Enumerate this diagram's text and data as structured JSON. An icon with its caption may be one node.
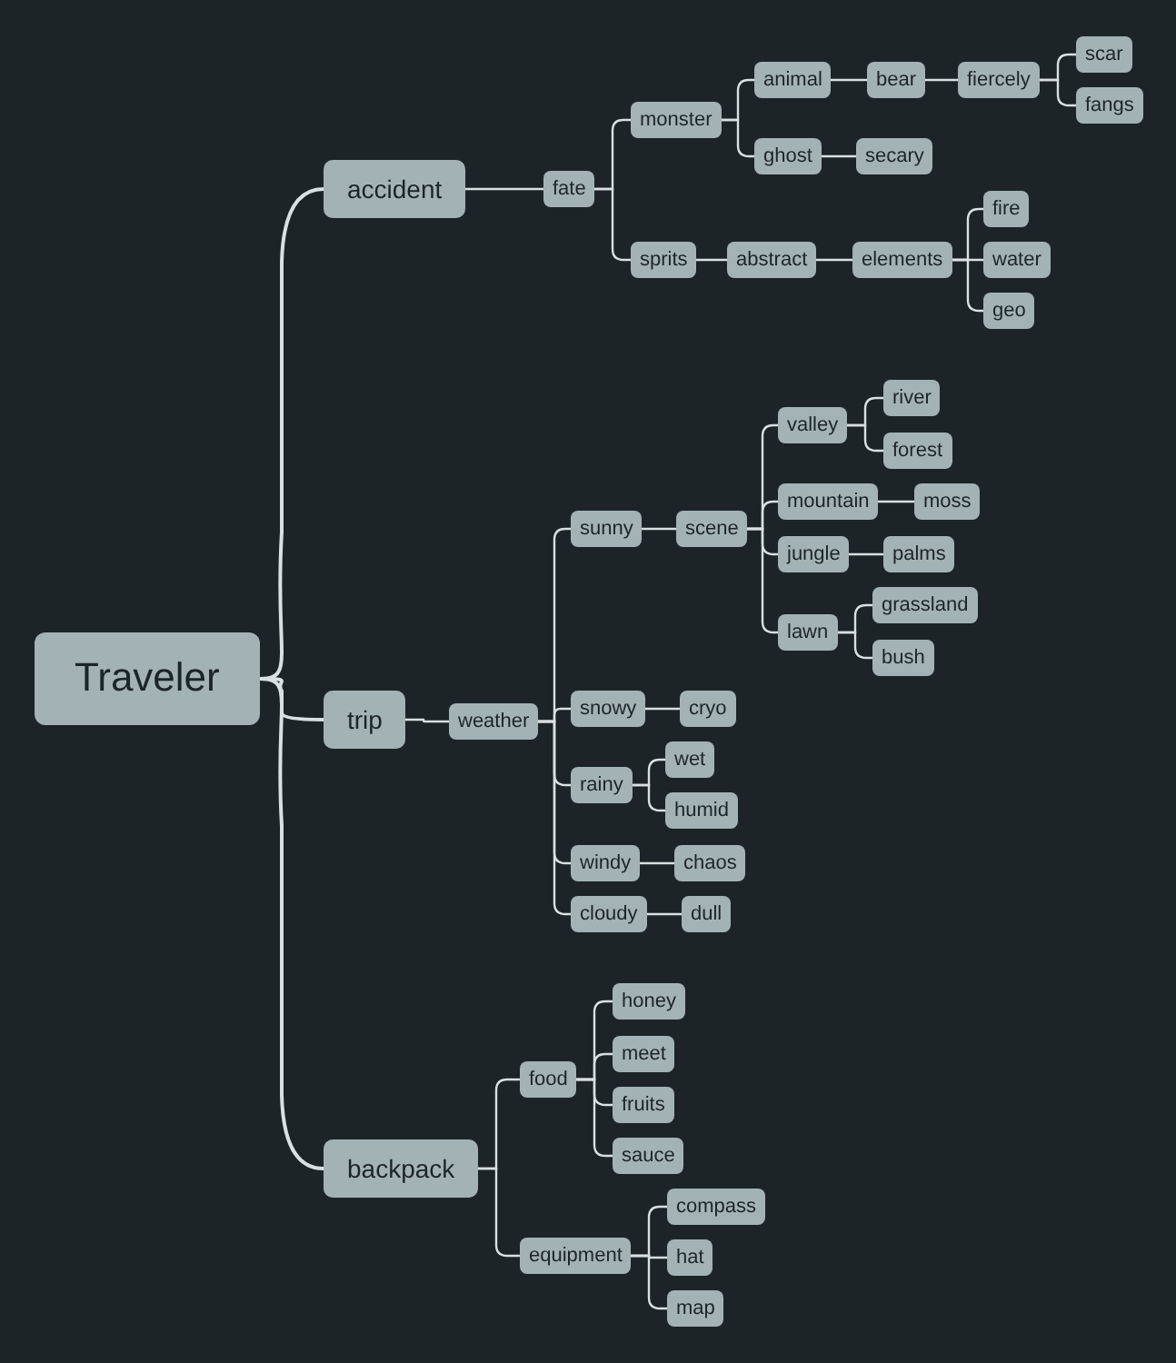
{
  "diagram": {
    "nodes": [
      {
        "text": [
          "Traveler"
        ]
      },
      {
        "text": [
          "accident"
        ]
      },
      {
        "text": [
          "fate"
        ]
      },
      {
        "text": [
          "monster"
        ]
      },
      {
        "text": [
          "animal"
        ]
      },
      {
        "text": [
          "bear"
        ]
      },
      {
        "text": [
          "fiercely"
        ]
      },
      {
        "text": [
          "scar"
        ]
      },
      {
        "text": [
          "fangs"
        ]
      },
      {
        "text": [
          "ghost"
        ]
      },
      {
        "text": [
          "secary"
        ]
      },
      {
        "text": [
          "sprits"
        ]
      },
      {
        "text": [
          "abstract"
        ]
      },
      {
        "text": [
          "elements"
        ]
      },
      {
        "text": [
          "fire"
        ]
      },
      {
        "text": [
          "water"
        ]
      },
      {
        "text": [
          "geo"
        ]
      },
      {
        "text": [
          "trip"
        ]
      },
      {
        "text": [
          "weather"
        ]
      },
      {
        "text": [
          "sunny"
        ]
      },
      {
        "text": [
          "scene"
        ]
      },
      {
        "text": [
          "valley"
        ]
      },
      {
        "text": [
          "river"
        ]
      },
      {
        "text": [
          "forest"
        ]
      },
      {
        "text": [
          "mountain"
        ]
      },
      {
        "text": [
          "moss"
        ]
      },
      {
        "text": [
          "jungle"
        ]
      },
      {
        "text": [
          "palms"
        ]
      },
      {
        "text": [
          "lawn"
        ]
      },
      {
        "text": [
          "grassland"
        ]
      },
      {
        "text": [
          "bush"
        ]
      },
      {
        "text": [
          "snowy"
        ]
      },
      {
        "text": [
          "cryo"
        ]
      },
      {
        "text": [
          "rainy"
        ]
      },
      {
        "text": [
          "wet"
        ]
      },
      {
        "text": [
          "humid"
        ]
      },
      {
        "text": [
          "windy"
        ]
      },
      {
        "text": [
          "chaos"
        ]
      },
      {
        "text": [
          "cloudy"
        ]
      },
      {
        "text": [
          "dull"
        ]
      },
      {
        "text": [
          "backpack"
        ]
      },
      {
        "text": [
          "food"
        ]
      },
      {
        "text": [
          "honey"
        ]
      },
      {
        "text": [
          "meet"
        ]
      },
      {
        "text": [
          "fruits"
        ]
      },
      {
        "text": [
          "sauce"
        ]
      },
      {
        "text": [
          "equipment"
        ]
      },
      {
        "text": [
          "compass"
        ]
      },
      {
        "text": [
          "hat"
        ]
      },
      {
        "text": [
          "map"
        ]
      }
    ],
    "edges": [
      {
        "from": 0,
        "to": 1,
        "arrow": "none"
      },
      {
        "from": 1,
        "to": 2,
        "arrow": "none"
      },
      {
        "from": 2,
        "to": 3,
        "arrow": "none"
      },
      {
        "from": 3,
        "to": 4,
        "arrow": "none"
      },
      {
        "from": 4,
        "to": 5,
        "arrow": "none"
      },
      {
        "from": 5,
        "to": 6,
        "arrow": "none"
      },
      {
        "from": 6,
        "to": 7,
        "arrow": "none"
      },
      {
        "from": 6,
        "to": 8,
        "arrow": "none"
      },
      {
        "from": 3,
        "to": 9,
        "arrow": "none"
      },
      {
        "from": 9,
        "to": 10,
        "arrow": "none"
      },
      {
        "from": 2,
        "to": 11,
        "arrow": "none"
      },
      {
        "from": 11,
        "to": 12,
        "arrow": "none"
      },
      {
        "from": 12,
        "to": 13,
        "arrow": "none"
      },
      {
        "from": 13,
        "to": 14,
        "arrow": "none"
      },
      {
        "from": 13,
        "to": 15,
        "arrow": "none"
      },
      {
        "from": 13,
        "to": 16,
        "arrow": "none"
      },
      {
        "from": 0,
        "to": 17,
        "arrow": "none"
      },
      {
        "from": 17,
        "to": 18,
        "arrow": "none"
      },
      {
        "from": 18,
        "to": 19,
        "arrow": "none"
      },
      {
        "from": 19,
        "to": 20,
        "arrow": "none"
      },
      {
        "from": 20,
        "to": 21,
        "arrow": "none"
      },
      {
        "from": 21,
        "to": 22,
        "arrow": "none"
      },
      {
        "from": 21,
        "to": 23,
        "arrow": "none"
      },
      {
        "from": 20,
        "to": 24,
        "arrow": "none"
      },
      {
        "from": 24,
        "to": 25,
        "arrow": "none"
      },
      {
        "from": 20,
        "to": 26,
        "arrow": "none"
      },
      {
        "from": 26,
        "to": 27,
        "arrow": "none"
      },
      {
        "from": 20,
        "to": 28,
        "arrow": "none"
      },
      {
        "from": 28,
        "to": 29,
        "arrow": "none"
      },
      {
        "from": 28,
        "to": 30,
        "arrow": "none"
      },
      {
        "from": 18,
        "to": 31,
        "arrow": "none"
      },
      {
        "from": 31,
        "to": 32,
        "arrow": "none"
      },
      {
        "from": 18,
        "to": 33,
        "arrow": "none"
      },
      {
        "from": 33,
        "to": 34,
        "arrow": "none"
      },
      {
        "from": 33,
        "to": 35,
        "arrow": "none"
      },
      {
        "from": 18,
        "to": 36,
        "arrow": "none"
      },
      {
        "from": 36,
        "to": 37,
        "arrow": "none"
      },
      {
        "from": 18,
        "to": 38,
        "arrow": "none"
      },
      {
        "from": 38,
        "to": 39,
        "arrow": "none"
      },
      {
        "from": 0,
        "to": 40,
        "arrow": "none"
      },
      {
        "from": 40,
        "to": 41,
        "arrow": "none"
      },
      {
        "from": 41,
        "to": 42,
        "arrow": "none"
      },
      {
        "from": 41,
        "to": 43,
        "arrow": "none"
      },
      {
        "from": 41,
        "to": 44,
        "arrow": "none"
      },
      {
        "from": 41,
        "to": 45,
        "arrow": "none"
      },
      {
        "from": 40,
        "to": 46,
        "arrow": "none"
      },
      {
        "from": 46,
        "to": 47,
        "arrow": "none"
      },
      {
        "from": 46,
        "to": 48,
        "arrow": "none"
      },
      {
        "from": 46,
        "to": 49,
        "arrow": "none"
      }
    ]
  }
}
